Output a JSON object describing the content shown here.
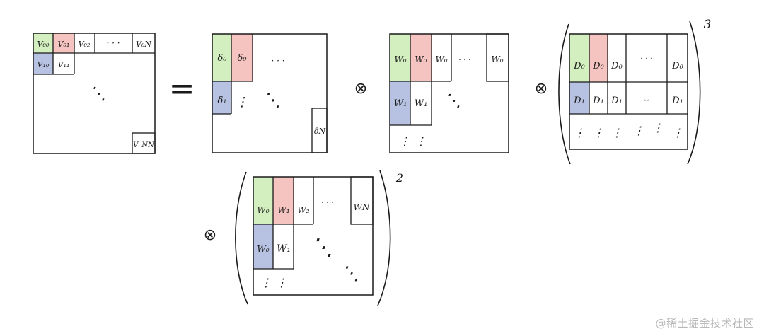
{
  "colors": {
    "green": "#d3efc0",
    "red": "#f5c4c0",
    "blue": "#b7c2e2",
    "ink": "#1a1a1a",
    "watermark": "#b8b8b8"
  },
  "equals_sign": "=",
  "operator": "⊗",
  "ellipsis_h": "· · ·",
  "ellipsis_v": "⋮",
  "ellipsis_d": "⋱",
  "matrix_v": {
    "cells": [
      "V₀₀",
      "V₀₁",
      "V₀₂",
      "V₀N",
      "V₁₀",
      "V₁₁",
      "V_NN"
    ]
  },
  "matrix_delta": {
    "cells": [
      "δ₀",
      "δ₀",
      "δ₁",
      "δN"
    ]
  },
  "matrix_w": {
    "cells": [
      "W₀",
      "W₀",
      "W₀",
      "W₀",
      "W₁",
      "W₁"
    ]
  },
  "matrix_d": {
    "cells": [
      "D₀",
      "D₀",
      "D₀",
      "D₀",
      "D₁",
      "D₁",
      "D₁",
      "D₁"
    ],
    "ellipsis_h": "··",
    "power": "3"
  },
  "matrix_w2": {
    "cells": [
      "W₀",
      "W₁",
      "W₂",
      "WN",
      "W₀",
      "W₁"
    ],
    "power": "2"
  },
  "watermark": "@稀土掘金技术社区"
}
